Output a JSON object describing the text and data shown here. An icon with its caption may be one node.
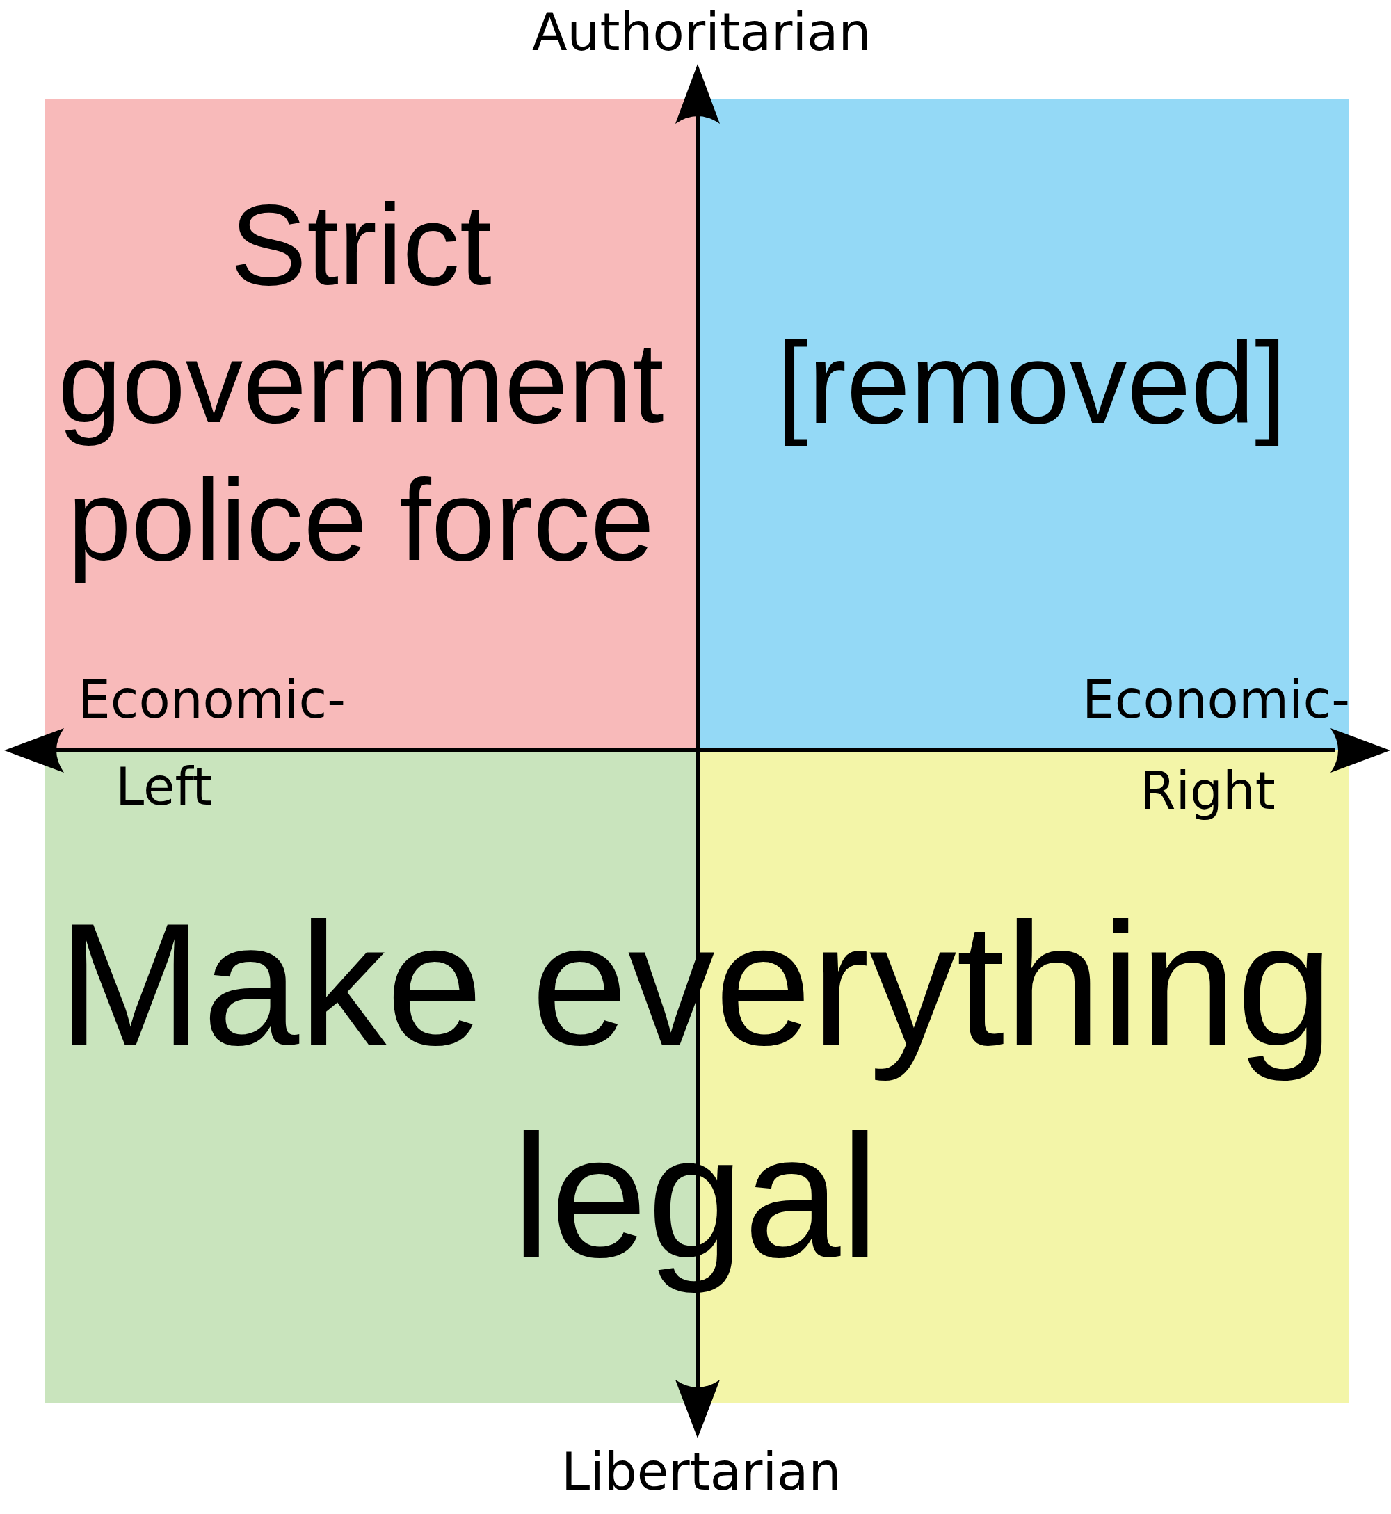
{
  "diagram": {
    "nodes": [
      {
        "text": [
          "Strict government police force"
        ]
      },
      {
        "text": [
          "[removed]"
        ]
      },
      {
        "text": [],
        "shape": "box"
      },
      {
        "text": [],
        "shape": "box"
      }
    ],
    "labels": [
      "Authoritarian",
      "Economic-",
      "Economic-",
      "Left",
      "Right",
      "Make everything legal",
      "Libertarian"
    ]
  }
}
